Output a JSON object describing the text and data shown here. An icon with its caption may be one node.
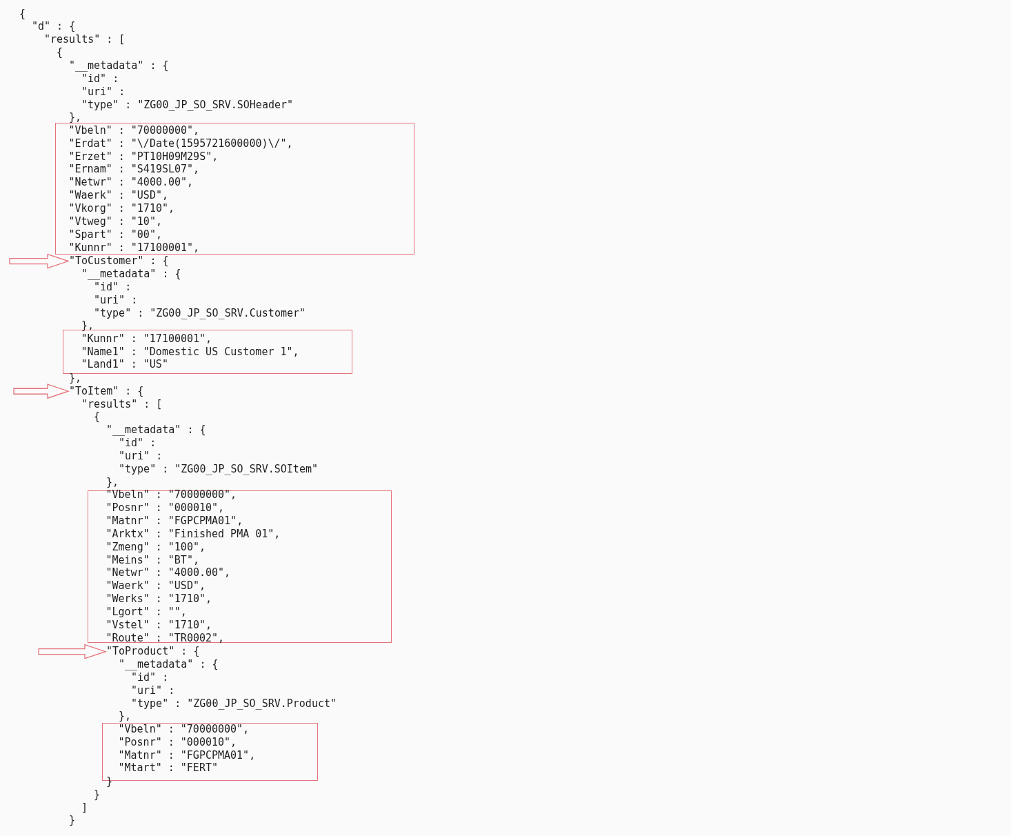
{
  "diagram": {
    "nodes": [
      {
        "text": [
          "\"Vbeln\" : \"70000000\",",
          "\"Erdat\" : \"\\/Date(1595721600000)\\/\",",
          "\"Erzet\" : \"PT10H09M29S\",",
          "\"Ernam\" : \"S419SL07\",",
          "\"Netwr\" : \"4000.00\",",
          "\"Waerk\" : \"USD\",",
          "\"Vkorg\" : \"1710\",",
          "\"Vtweg\" : \"10\",",
          "\"Spart\" : \"00\",",
          "\"Kunnr\" : \"17100001\","
        ]
      },
      {
        "text": [
          "\"ToCustomer\" : {"
        ]
      },
      {
        "text": [
          "\"Kunnr\" : \"17100001\",",
          "\"Name1\" : \"Domestic US Customer 1\",",
          "\"Land1\" : \"US\""
        ]
      },
      {
        "text": [
          "\"ToItem\" : {"
        ]
      },
      {
        "text": [
          "\"Vbeln\" : \"70000000\",",
          "\"Posnr\" : \"000010\",",
          "\"Matnr\" : \"FGPCPMA01\",",
          "\"Arktx\" : \"Finished PMA 01\",",
          "\"Zmeng\" : \"100\",",
          "\"Meins\" : \"BT\",",
          "\"Netwr\" : \"4000.00\",",
          "\"Waerk\" : \"USD\",",
          "\"Werks\" : \"1710\",",
          "\"Lgort\" : \"\",",
          "\"Vstel\" : \"1710\",",
          "\"Route\" : \"TR0002\","
        ]
      },
      {
        "text": [
          "\"ToProduct\" : {"
        ]
      },
      {
        "text": [
          "\"Vbeln\" : \"70000000\",",
          "\"Posnr\" : \"000010\",",
          "\"Matnr\" : \"FGPCPMA01\",",
          "\"Mtart\" : \"FERT\""
        ]
      }
    ],
    "edges": [
      {
        "from": null,
        "to": 1,
        "arrow": "to"
      },
      {
        "from": null,
        "to": 3,
        "arrow": "to"
      },
      {
        "from": null,
        "to": 5,
        "arrow": "to"
      }
    ],
    "labels": [
      "{",
      "\"d\" : {",
      "\"results\" : [",
      "{",
      "\"__metadata\" : {",
      "\"id\" :",
      "\"uri\" :",
      "\"type\" : \"ZG00_JP_SO_SRV.SOHeader\"",
      "},",
      "\"__metadata\" : {",
      "\"id\" :",
      "\"uri\" :",
      "\"type\" : \"ZG00_JP_SO_SRV.Customer\"",
      "},",
      "},",
      "\"results\" : [",
      "{",
      "\"__metadata\" : {",
      "\"id\" :",
      "\"uri\" :",
      "\"type\" : \"ZG00_JP_SO_SRV.SOItem\"",
      "},",
      "\"__metadata\" : {",
      "\"id\" :",
      "\"uri\" :",
      "\"type\" : \"ZG00_JP_SO_SRV.Product\"",
      "},",
      "}",
      "}",
      "]",
      "}"
    ]
  }
}
